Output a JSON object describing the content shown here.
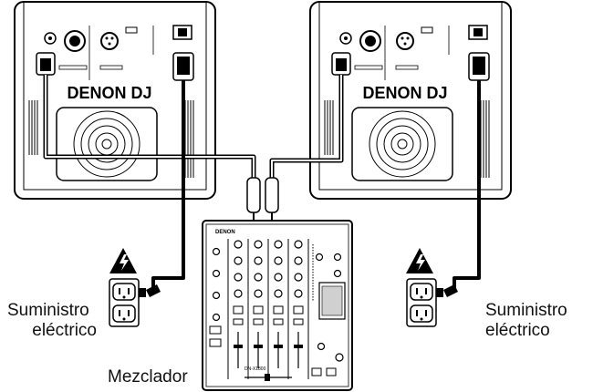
{
  "speaker_left": {
    "brand": "DENON DJ"
  },
  "speaker_right": {
    "brand": "DENON DJ"
  },
  "mixer": {
    "brand": "DENON",
    "model": "DN-X1800"
  },
  "labels": {
    "power_left_line1": "Suministro",
    "power_left_line2": "eléctrico",
    "power_right_line1": "Suministro",
    "power_right_line2": "eléctrico",
    "mixer": "Mezclador"
  },
  "icons": [
    "high-voltage-warning-icon",
    "wall-outlet-icon",
    "speaker-fan-grille-icon"
  ],
  "colors": {
    "line": "#000000",
    "background": "#ffffff"
  }
}
